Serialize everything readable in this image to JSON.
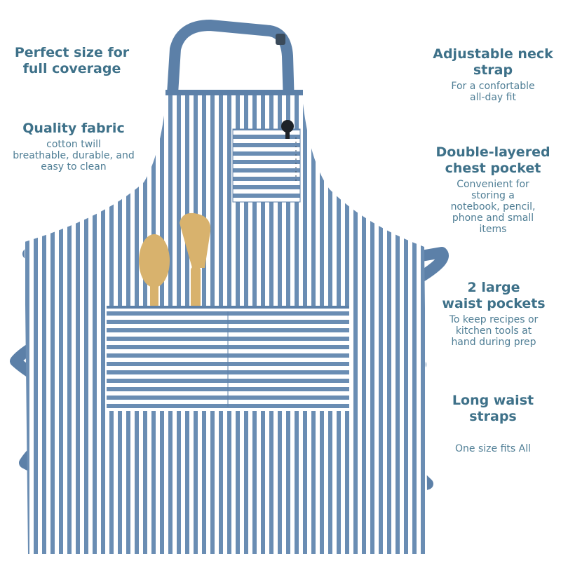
{
  "features": [
    {
      "title_l1": "Perfect size for",
      "title_l2": "full coverage"
    },
    {
      "title_l1": "Quality fabric",
      "desc_l1": "cotton twill",
      "desc_l2": "breathable, durable, and",
      "desc_l3": "easy to clean"
    },
    {
      "title_l1": "Adjustable neck",
      "title_l2": "strap",
      "desc_l1": "For a confortable",
      "desc_l2": "all-day fit"
    },
    {
      "title_l1": "Double-layered",
      "title_l2": "chest pocket",
      "desc_l1": "Convenient for",
      "desc_l2": "storing a",
      "desc_l3": "notebook, pencil,",
      "desc_l4": "phone and small",
      "desc_l5": "items"
    },
    {
      "title_l1": "2 large",
      "title_l2": "waist pockets",
      "desc_l1": "To keep recipes or",
      "desc_l2": "kitchen tools at",
      "desc_l3": "hand during prep"
    },
    {
      "title_l1": "Long waist",
      "title_l2": "straps",
      "desc_l1": "One size fits All"
    }
  ],
  "colors": {
    "stripe": "#6a8db3",
    "strap": "#5c80a8",
    "text": "#3e7189",
    "wood": "#d8b26d"
  },
  "icons": {
    "apron": "striped-apron-photo",
    "spoon": "wooden-spoon",
    "spatula": "wooden-spatula",
    "pen": "pen"
  }
}
